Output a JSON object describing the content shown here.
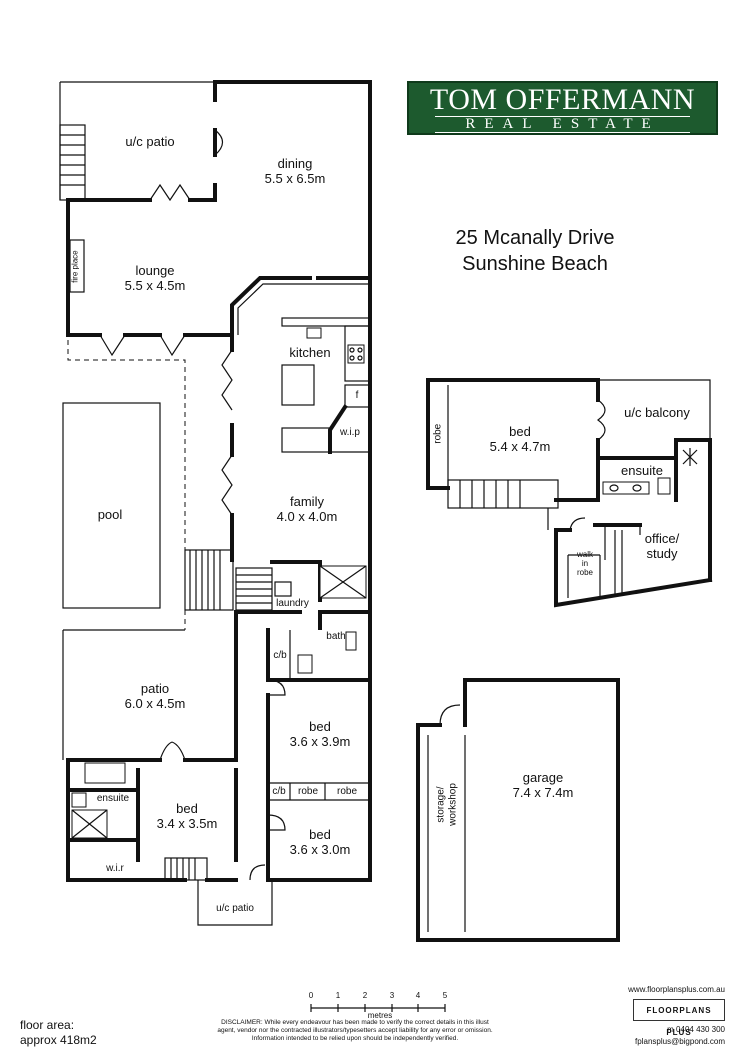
{
  "brand": {
    "line1": "TOM OFFERMANN",
    "line2": "REAL ESTATE"
  },
  "address": {
    "line1": "25 Mcanally Drive",
    "line2": "Sunshine Beach"
  },
  "rooms": {
    "uc_patio_top": "u/c patio",
    "dining": {
      "name": "dining",
      "dims": "5.5 x 6.5m"
    },
    "lounge": {
      "name": "lounge",
      "dims": "5.5 x 4.5m"
    },
    "fire_place": "fire place",
    "kitchen": "kitchen",
    "fridge": "f",
    "wip": "w.i.p",
    "family": {
      "name": "family",
      "dims": "4.0 x 4.0m"
    },
    "pool": "pool",
    "laundry": "laundry",
    "bath": "bath",
    "cb1": "c/b",
    "patio": {
      "name": "patio",
      "dims": "6.0 x 4.5m"
    },
    "bed_mid": {
      "name": "bed",
      "dims": "3.6 x 3.9m"
    },
    "cb2": "c/b",
    "robe_a": "robe",
    "robe_b": "robe",
    "ensuite_low": "ensuite",
    "bed_low_left": {
      "name": "bed",
      "dims": "3.4 x 3.5m"
    },
    "bed_low_right": {
      "name": "bed",
      "dims": "3.6 x 3.0m"
    },
    "wir": "w.i.r",
    "uc_patio_bottom": "u/c patio",
    "upper_robe": "robe",
    "upper_bed": {
      "name": "bed",
      "dims": "5.4 x 4.7m"
    },
    "uc_balcony": "u/c balcony",
    "upper_ensuite": "ensuite",
    "walk_in_robe": {
      "l1": "walk",
      "l2": "in",
      "l3": "robe"
    },
    "office": {
      "l1": "office/",
      "l2": "study"
    },
    "storage": {
      "l1": "storage/",
      "l2": "workshop"
    },
    "garage": {
      "name": "garage",
      "dims": "7.4 x 7.4m"
    }
  },
  "scale": {
    "unit": "metres",
    "ticks": [
      "0",
      "1",
      "2",
      "3",
      "4",
      "5"
    ]
  },
  "floor_area": {
    "l1": "floor area:",
    "l2": "approx 418m2"
  },
  "disclaimer": {
    "l1": "DISCLAIMER: While every endeavour has been made to verify the correct details in this illust",
    "l2": "agent, vendor nor the contracted illustrators/typesetters accept liability for any error or omission.",
    "l3": "Information intended to be relied upon should be independently verified."
  },
  "credit": {
    "url": "www.floorplansplus.com.au",
    "badge": "FLOORPLANS PLUS",
    "phone": "m 0404 430 300",
    "email": "fplansplus@bigpond.com"
  }
}
